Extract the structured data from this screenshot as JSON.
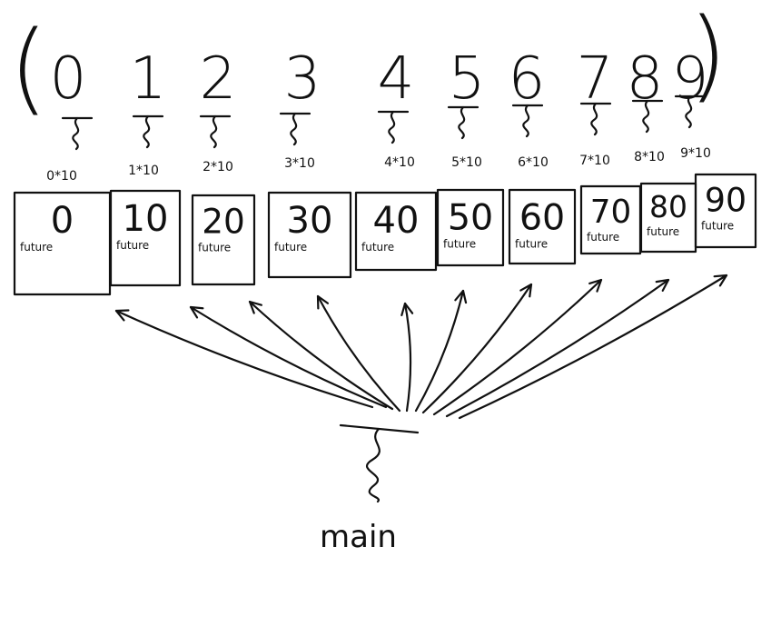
{
  "diagram": {
    "open_paren": "(",
    "close_paren": ")",
    "inputs": [
      "0",
      "1",
      "2",
      "3",
      "4",
      "5",
      "6",
      "7",
      "8",
      "9"
    ],
    "expressions": [
      "0*10",
      "1*10",
      "2*10",
      "3*10",
      "4*10",
      "5*10",
      "6*10",
      "7*10",
      "8*10",
      "9*10"
    ],
    "futures": [
      {
        "value": "0",
        "label": "future"
      },
      {
        "value": "10",
        "label": "future"
      },
      {
        "value": "20",
        "label": "future"
      },
      {
        "value": "30",
        "label": "future"
      },
      {
        "value": "40",
        "label": "future"
      },
      {
        "value": "50",
        "label": "future"
      },
      {
        "value": "60",
        "label": "future"
      },
      {
        "value": "70",
        "label": "future"
      },
      {
        "value": "80",
        "label": "future"
      },
      {
        "value": "90",
        "label": "future"
      }
    ],
    "main_label": "main"
  }
}
